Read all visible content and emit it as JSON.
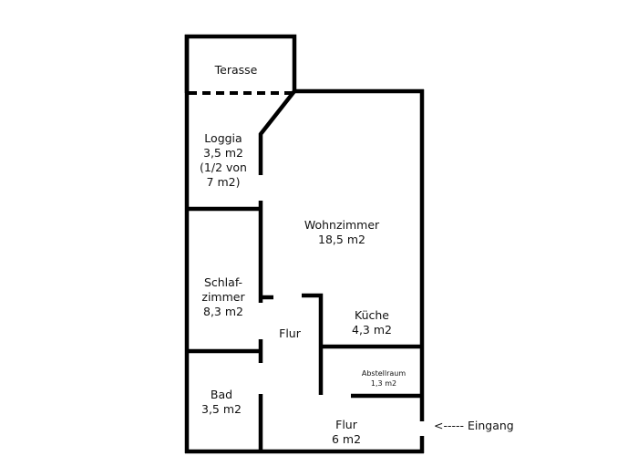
{
  "floorplan": {
    "rooms": {
      "terasse": {
        "name": "Terasse"
      },
      "loggia": {
        "name": "Loggia",
        "area": "3,5 m2",
        "note_line1": "(1/2 von",
        "note_line2": "7 m2)"
      },
      "wohnzimmer": {
        "name": "Wohnzimmer",
        "area": "18,5 m2"
      },
      "schlafzimmer": {
        "name_line1": "Schlaf-",
        "name_line2": "zimmer",
        "area": "8,3 m2"
      },
      "flur_upper": {
        "name": "Flur"
      },
      "kueche": {
        "name": "Küche",
        "area": "4,3 m2"
      },
      "abstellraum": {
        "name": "Abstellraum",
        "area": "1,3 m2"
      },
      "bad": {
        "name": "Bad",
        "area": "3,5 m2"
      },
      "flur_lower": {
        "name": "Flur",
        "area": "6 m2"
      }
    },
    "entrance": {
      "label": "<----- Eingang"
    },
    "colors": {
      "wall": "#000000",
      "background": "#ffffff",
      "text": "#111111"
    }
  }
}
